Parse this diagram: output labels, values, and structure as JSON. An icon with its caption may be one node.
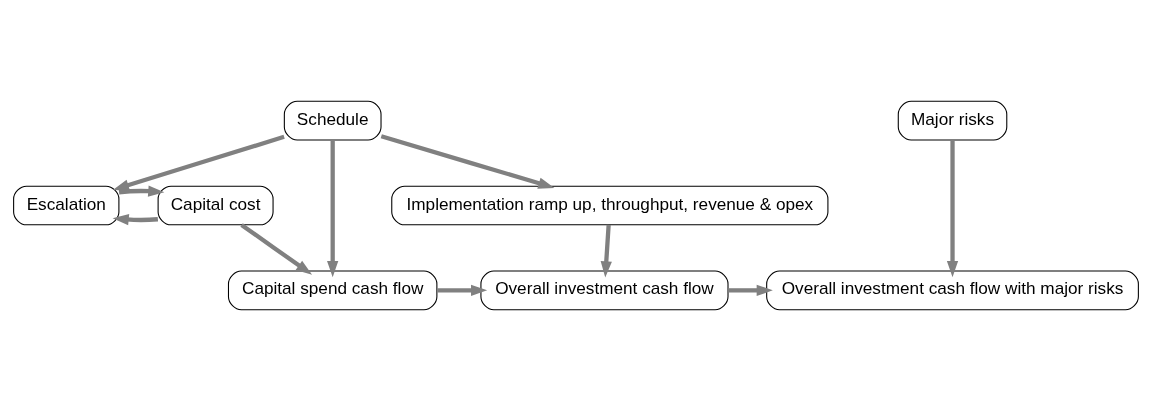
{
  "diagram": {
    "nodes": [
      {
        "text": [
          "Schedule"
        ]
      },
      {
        "text": [
          "Capital cost"
        ]
      },
      {
        "text": [
          "Escalation"
        ]
      },
      {
        "text": [
          "Implementation ramp up, throughput, revenue & opex"
        ]
      },
      {
        "text": [
          "Major risks"
        ]
      },
      {
        "text": [
          "Capital spend cash flow"
        ]
      },
      {
        "text": [
          "Overall investment cash flow"
        ]
      },
      {
        "text": [
          "Overall investment cash flow with major risks"
        ]
      }
    ],
    "edges": [
      {
        "from": 1,
        "to": 2,
        "arrow": "to"
      },
      {
        "from": 2,
        "to": 1,
        "arrow": "to"
      },
      {
        "from": 0,
        "to": 2,
        "arrow": "to"
      },
      {
        "from": 0,
        "to": 3,
        "arrow": "to"
      },
      {
        "from": 0,
        "to": 5,
        "arrow": "to"
      },
      {
        "from": 1,
        "to": 5,
        "arrow": "to"
      },
      {
        "from": 3,
        "to": 6,
        "arrow": "to"
      },
      {
        "from": 5,
        "to": 6,
        "arrow": "to"
      },
      {
        "from": 6,
        "to": 7,
        "arrow": "to"
      },
      {
        "from": 4,
        "to": 7,
        "arrow": "to"
      }
    ]
  }
}
